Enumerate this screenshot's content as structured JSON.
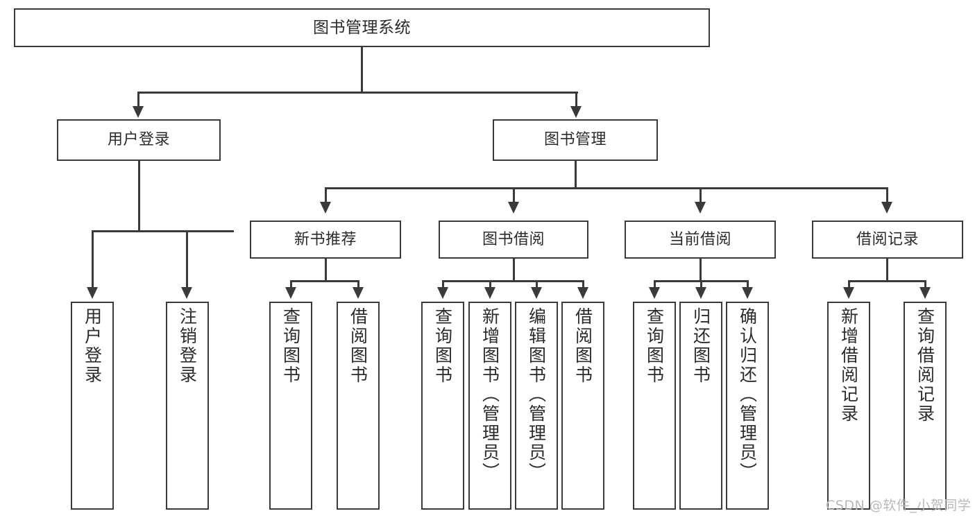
{
  "diagram": {
    "title": "图书管理系统",
    "type": "tree",
    "watermark": "CSDN @软件_小贺同学",
    "colors": {
      "border": "#3a3a3a",
      "text": "#2b2b2b",
      "background": "#ffffff",
      "watermark": "#b8b8b8"
    },
    "nodes": {
      "root": {
        "label": "图书管理系统"
      },
      "level2": [
        {
          "label": "用户登录"
        },
        {
          "label": "图书管理"
        }
      ],
      "level3": [
        {
          "label": "新书推荐"
        },
        {
          "label": "图书借阅"
        },
        {
          "label": "当前借阅"
        },
        {
          "label": "借阅记录"
        }
      ],
      "leaves": {
        "user_login": [
          {
            "label": "用户登录"
          },
          {
            "label": "注销登录"
          }
        ],
        "new_book_recommend": [
          {
            "label": "查询图书"
          },
          {
            "label": "借阅图书"
          }
        ],
        "book_borrow": [
          {
            "label": "查询图书"
          },
          {
            "label": "新增图书（管理员）"
          },
          {
            "label": "编辑图书（管理员）"
          },
          {
            "label": "借阅图书"
          }
        ],
        "current_borrow": [
          {
            "label": "查询图书"
          },
          {
            "label": "归还图书"
          },
          {
            "label": "确认归还（管理员）"
          }
        ],
        "borrow_record": [
          {
            "label": "新增借阅记录"
          },
          {
            "label": "查询借阅记录"
          }
        ]
      }
    }
  }
}
